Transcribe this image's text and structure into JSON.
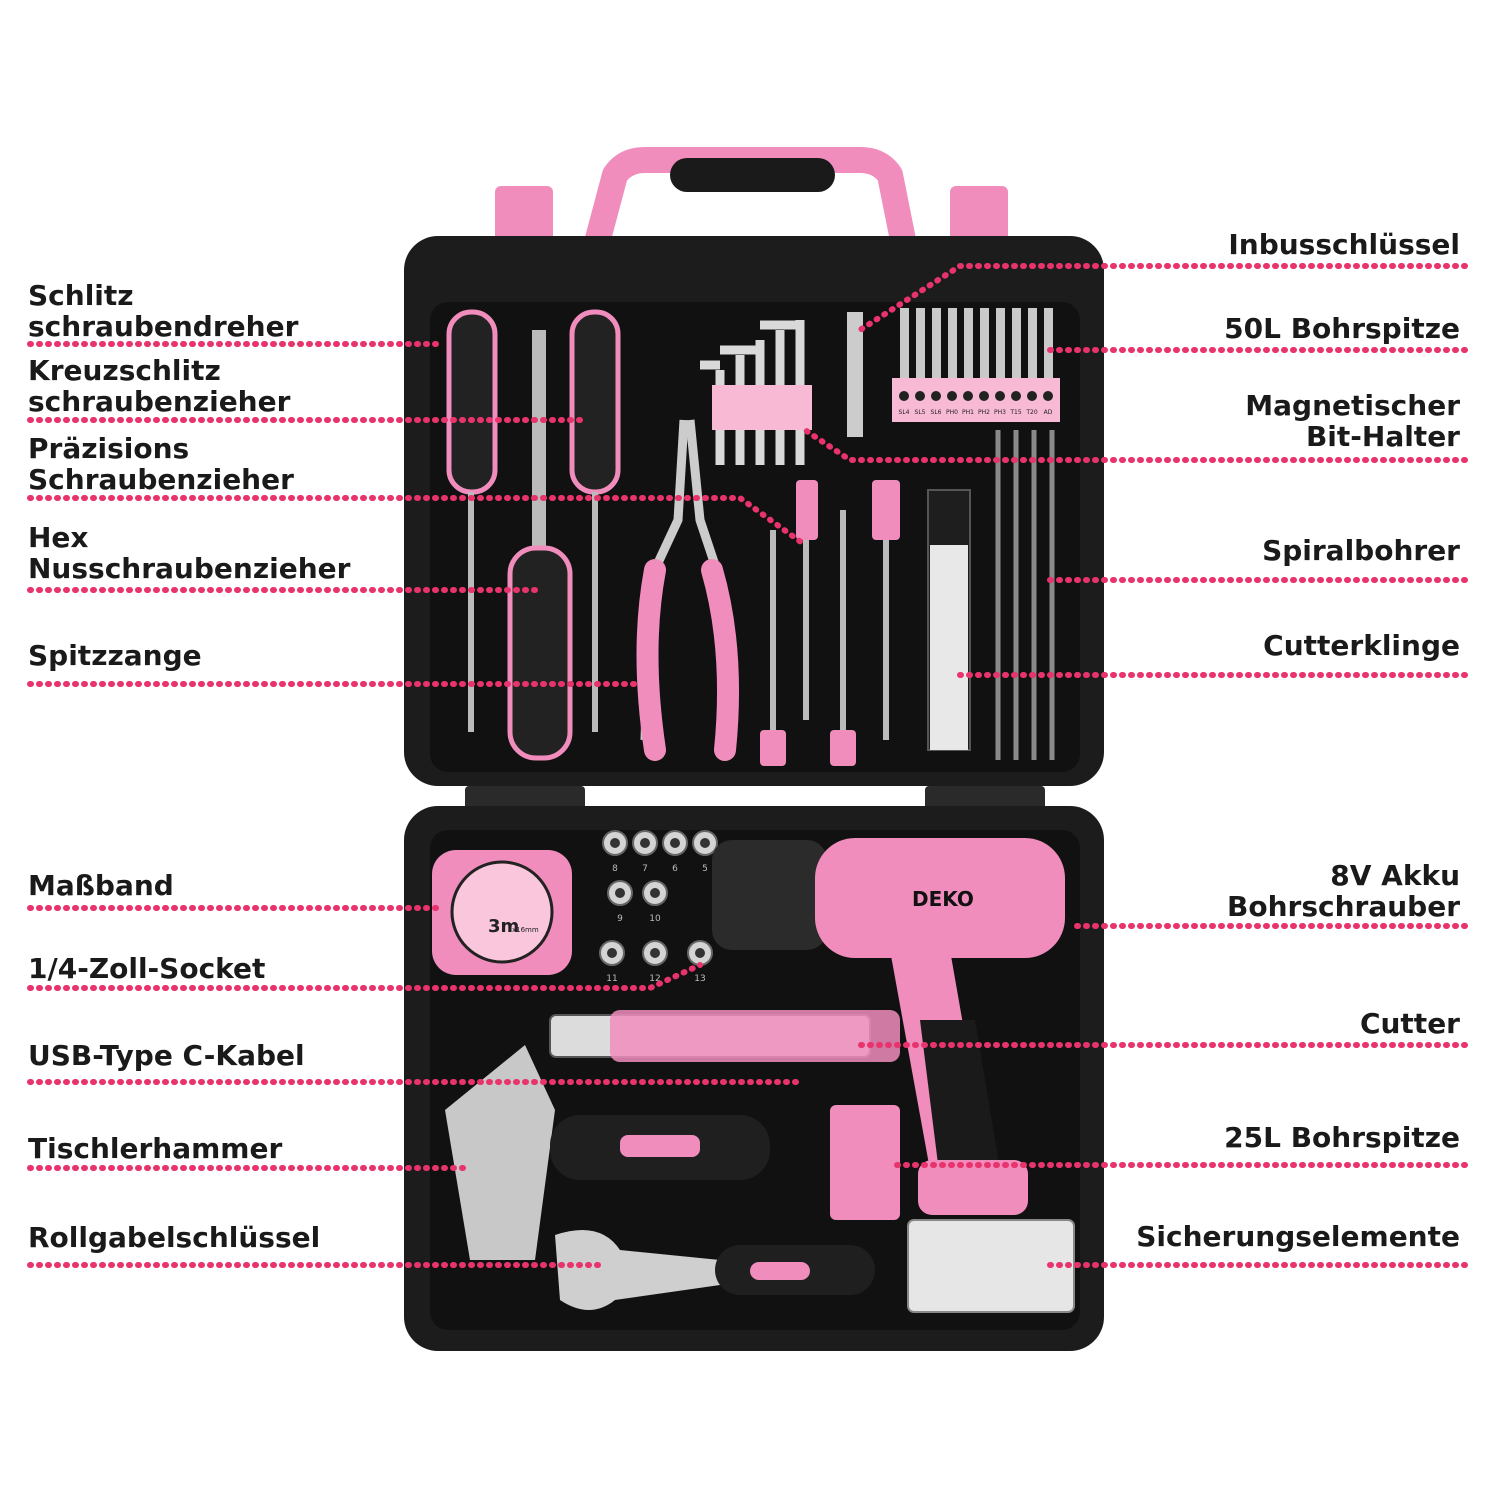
{
  "accent_color": "#e8336d",
  "case_color": "#1c1c1c",
  "pink_color": "#f4a6c8",
  "brand": "DEKO",
  "bit_labels": [
    "SL4",
    "SL5",
    "SL6",
    "PH0",
    "PH1",
    "PH2",
    "PH3",
    "T15",
    "T20",
    "AD"
  ],
  "socket_sizes": [
    "8",
    "7",
    "6",
    "5",
    "9",
    "10",
    "11",
    "12",
    "13"
  ],
  "tape_label": "3m",
  "tape_sub": "x16mm",
  "labels_left": [
    {
      "lines": [
        "Schlitz",
        "schraubendreher"
      ]
    },
    {
      "lines": [
        "Kreuzschlitz",
        "schraubenzieher"
      ]
    },
    {
      "lines": [
        "Präzisions",
        "Schraubenzieher"
      ]
    },
    {
      "lines": [
        "Hex",
        "Nusschraubenzieher"
      ]
    },
    {
      "lines": [
        "Spitzzange"
      ]
    },
    {
      "lines": [
        "Maßband"
      ]
    },
    {
      "lines": [
        "1/4-Zoll-Socket"
      ]
    },
    {
      "lines": [
        "USB-Type C-Kabel"
      ]
    },
    {
      "lines": [
        "Tischlerhammer"
      ]
    },
    {
      "lines": [
        "Rollgabelschlüssel"
      ]
    }
  ],
  "labels_right": [
    {
      "lines": [
        "Inbusschlüssel"
      ]
    },
    {
      "lines": [
        "50L Bohrspitze"
      ]
    },
    {
      "lines": [
        "Magnetischer",
        "Bit-Halter"
      ]
    },
    {
      "lines": [
        "Spiralbohrer"
      ]
    },
    {
      "lines": [
        "Cutterklinge"
      ]
    },
    {
      "lines": [
        "8V Akku",
        "Bohrschrauber"
      ]
    },
    {
      "lines": [
        "Cutter"
      ]
    },
    {
      "lines": [
        "25L Bohrspitze"
      ]
    },
    {
      "lines": [
        "Sicherungselemente"
      ]
    }
  ]
}
